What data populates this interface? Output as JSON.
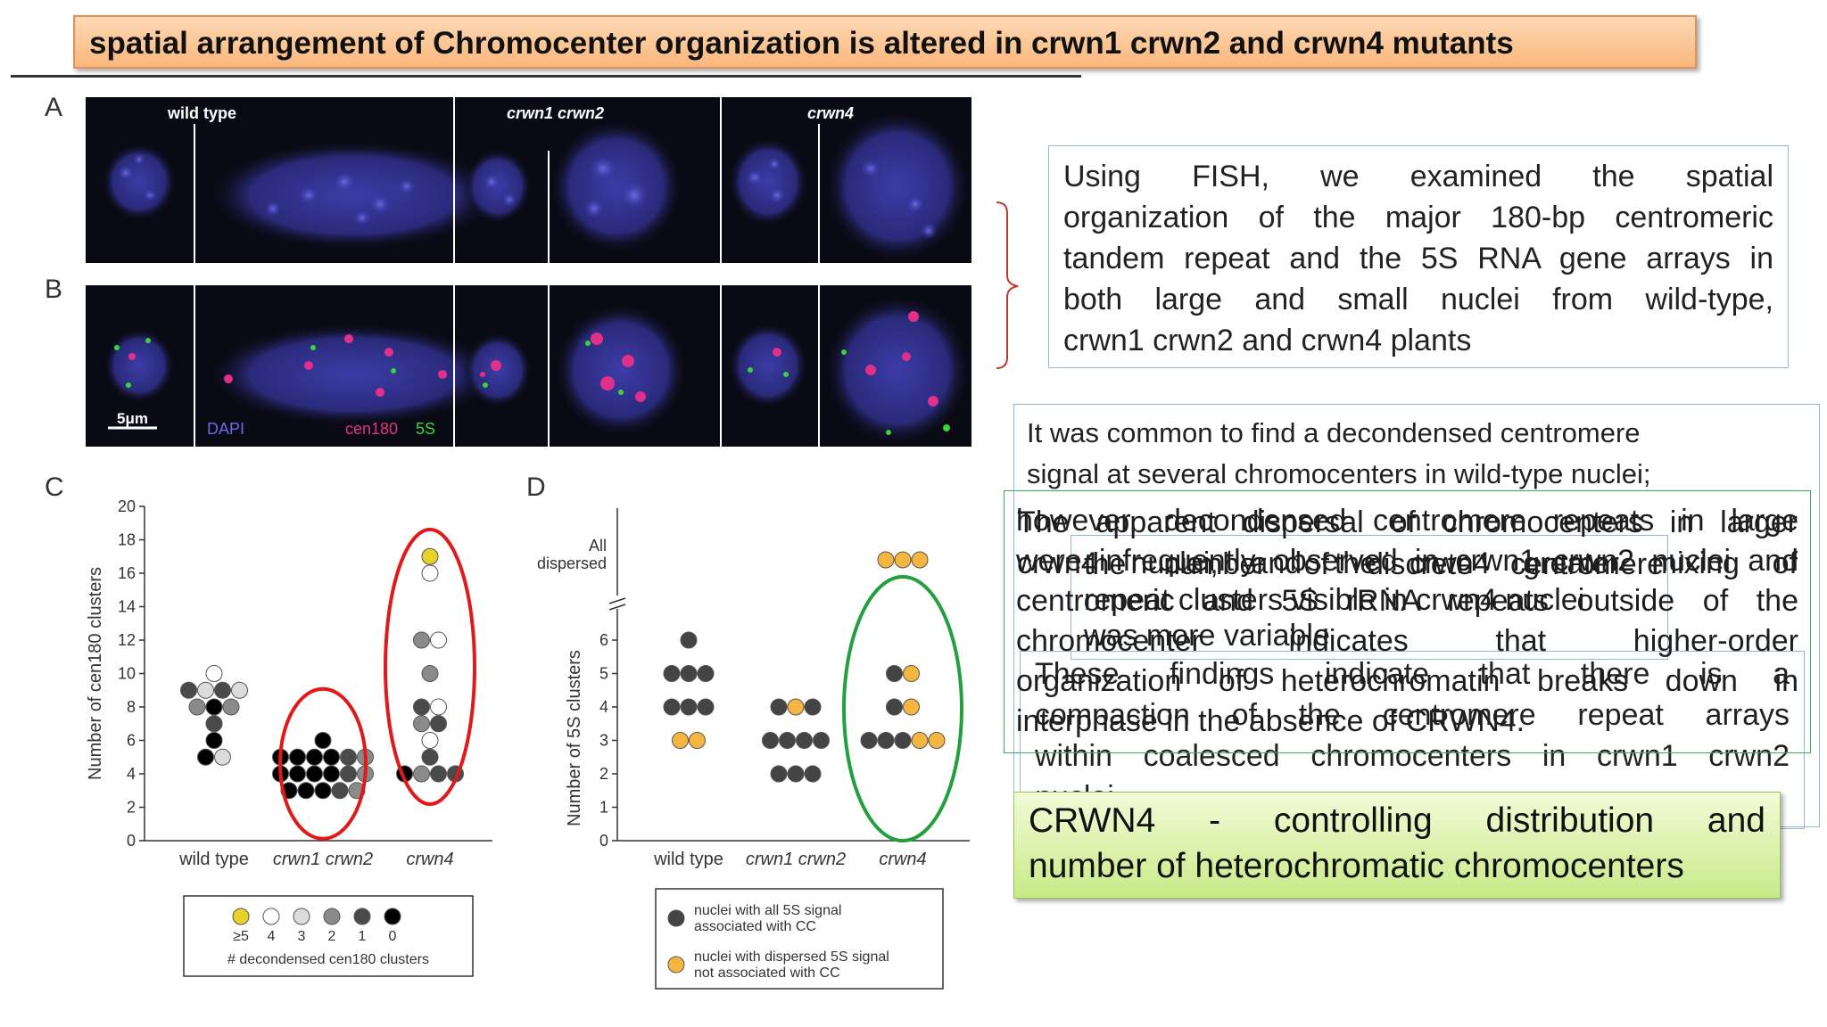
{
  "title": "spatial arrangement of Chromocenter organization is altered in crwn1 crwn2 and crwn4 mutants",
  "figure": {
    "panel_labels": {
      "a": "A",
      "b": "B",
      "c": "C",
      "d": "D"
    },
    "panel_a_labels": {
      "wt": "wild type",
      "crwn12": "crwn1 crwn2",
      "crwn4": "crwn4"
    },
    "panel_b_labels": {
      "scale": "5μm",
      "dapi": "DAPI",
      "cen180": "cen180",
      "fives": "5S"
    }
  },
  "text_boxes": {
    "fish_lines": [
      "Using FISH, we examined the spatial",
      "organization of the major 180-bp centromeric",
      "tandem repeat and the 5S RNA gene arrays in",
      "both large and small nuclei from wild-type,",
      "crwn1 crwn2 and crwn4 plants"
    ],
    "decondensed_lines": [
      "It was common to find a decondensed centromere",
      "signal at several chromocenters in wild-type nuclei;"
    ],
    "overlap_a_lines": [
      "however, decondensed centromere repeats in large",
      "were infrequently observed in crwn1 crwn2 nuclei and",
      "centromeric and 5S rRNA repeats outside of the",
      "chromocenter indicates that higher-order",
      "organization of heterochromatin breaks down in",
      "interphase in the absence of CRWN4."
    ],
    "overlap_b_lines": [
      "The apparent dispersal of chromocenters in larger",
      "crwn4 nuclei, and the crwn4 greater mixing of",
      "the number of discrete centromere",
      "repeat clusters visible in crwn4 nuclei",
      "was more variable"
    ],
    "findings_lines": [
      "These findings indicate that there is a",
      "compaction of the centromere repeat arrays",
      "within coalesced chromocenters in crwn1 crwn2",
      "nuclei"
    ],
    "conclusion_lines": [
      "CRWN4 - controlling distribution and",
      "number of heterochromatic chromocenters"
    ]
  },
  "chart_data": [
    {
      "panel": "C",
      "type": "scatter",
      "ylabel": "Number of cen180 clusters",
      "ylim": [
        0,
        20
      ],
      "yticks": [
        0,
        2,
        4,
        6,
        8,
        10,
        12,
        14,
        16,
        18,
        20
      ],
      "categories": [
        "wild type",
        "crwn1 crwn2",
        "crwn4"
      ],
      "legend_title": "# decondensed cen180 clusters",
      "legend": [
        {
          "label": "≥5",
          "color": "#e8d22a"
        },
        {
          "label": "4",
          "color": "#ffffff"
        },
        {
          "label": "3",
          "color": "#dcdcdc"
        },
        {
          "label": "2",
          "color": "#8a8a8a"
        },
        {
          "label": "1",
          "color": "#4a4a4a"
        },
        {
          "label": "0",
          "color": "#000000"
        }
      ],
      "points": [
        {
          "x": "wild type",
          "y": 10,
          "c": "#ffffff"
        },
        {
          "x": "wild type",
          "y": 9,
          "c": "#4a4a4a"
        },
        {
          "x": "wild type",
          "y": 9,
          "c": "#dcdcdc"
        },
        {
          "x": "wild type",
          "y": 9,
          "c": "#4a4a4a"
        },
        {
          "x": "wild type",
          "y": 9,
          "c": "#dcdcdc"
        },
        {
          "x": "wild type",
          "y": 8,
          "c": "#8a8a8a"
        },
        {
          "x": "wild type",
          "y": 8,
          "c": "#000000"
        },
        {
          "x": "wild type",
          "y": 8,
          "c": "#8a8a8a"
        },
        {
          "x": "wild type",
          "y": 7,
          "c": "#4a4a4a"
        },
        {
          "x": "wild type",
          "y": 6,
          "c": "#000000"
        },
        {
          "x": "wild type",
          "y": 5,
          "c": "#000000"
        },
        {
          "x": "wild type",
          "y": 5,
          "c": "#dcdcdc"
        },
        {
          "x": "crwn1 crwn2",
          "y": 6,
          "c": "#000000"
        },
        {
          "x": "crwn1 crwn2",
          "y": 5,
          "c": "#000000"
        },
        {
          "x": "crwn1 crwn2",
          "y": 5,
          "c": "#000000"
        },
        {
          "x": "crwn1 crwn2",
          "y": 5,
          "c": "#000000"
        },
        {
          "x": "crwn1 crwn2",
          "y": 5,
          "c": "#000000"
        },
        {
          "x": "crwn1 crwn2",
          "y": 5,
          "c": "#4a4a4a"
        },
        {
          "x": "crwn1 crwn2",
          "y": 5,
          "c": "#8a8a8a"
        },
        {
          "x": "crwn1 crwn2",
          "y": 4,
          "c": "#000000"
        },
        {
          "x": "crwn1 crwn2",
          "y": 4,
          "c": "#000000"
        },
        {
          "x": "crwn1 crwn2",
          "y": 4,
          "c": "#000000"
        },
        {
          "x": "crwn1 crwn2",
          "y": 4,
          "c": "#000000"
        },
        {
          "x": "crwn1 crwn2",
          "y": 4,
          "c": "#4a4a4a"
        },
        {
          "x": "crwn1 crwn2",
          "y": 4,
          "c": "#8a8a8a"
        },
        {
          "x": "crwn1 crwn2",
          "y": 3,
          "c": "#000000"
        },
        {
          "x": "crwn1 crwn2",
          "y": 3,
          "c": "#000000"
        },
        {
          "x": "crwn1 crwn2",
          "y": 3,
          "c": "#000000"
        },
        {
          "x": "crwn1 crwn2",
          "y": 3,
          "c": "#4a4a4a"
        },
        {
          "x": "crwn1 crwn2",
          "y": 3,
          "c": "#8a8a8a"
        },
        {
          "x": "crwn4",
          "y": 17,
          "c": "#e8d22a"
        },
        {
          "x": "crwn4",
          "y": 16,
          "c": "#ffffff"
        },
        {
          "x": "crwn4",
          "y": 12,
          "c": "#8a8a8a"
        },
        {
          "x": "crwn4",
          "y": 12,
          "c": "#ffffff"
        },
        {
          "x": "crwn4",
          "y": 10,
          "c": "#8a8a8a"
        },
        {
          "x": "crwn4",
          "y": 8,
          "c": "#4a4a4a"
        },
        {
          "x": "crwn4",
          "y": 8,
          "c": "#ffffff"
        },
        {
          "x": "crwn4",
          "y": 7,
          "c": "#8a8a8a"
        },
        {
          "x": "crwn4",
          "y": 7,
          "c": "#4a4a4a"
        },
        {
          "x": "crwn4",
          "y": 6,
          "c": "#ffffff"
        },
        {
          "x": "crwn4",
          "y": 5,
          "c": "#4a4a4a"
        },
        {
          "x": "crwn4",
          "y": 4,
          "c": "#000000"
        },
        {
          "x": "crwn4",
          "y": 4,
          "c": "#8a8a8a"
        },
        {
          "x": "crwn4",
          "y": 4,
          "c": "#4a4a4a"
        },
        {
          "x": "crwn4",
          "y": 4,
          "c": "#4a4a4a"
        }
      ]
    },
    {
      "panel": "D",
      "type": "scatter",
      "ylabel": "Number of 5S clusters",
      "ylim": [
        0,
        6
      ],
      "yticks": [
        0,
        1,
        2,
        3,
        4,
        5,
        6
      ],
      "top_label": "All\ndispersed",
      "categories": [
        "wild type",
        "crwn1 crwn2",
        "crwn4"
      ],
      "legend": [
        {
          "label": "nuclei with all 5S signal\nassociated with CC",
          "color": "#444444"
        },
        {
          "label": "nuclei with dispersed 5S signal\nnot associated with CC",
          "color": "#f5b541"
        }
      ],
      "points": [
        {
          "x": "wild type",
          "y": 6,
          "c": "#444444"
        },
        {
          "x": "wild type",
          "y": 5,
          "c": "#444444"
        },
        {
          "x": "wild type",
          "y": 5,
          "c": "#444444"
        },
        {
          "x": "wild type",
          "y": 5,
          "c": "#444444"
        },
        {
          "x": "wild type",
          "y": 4,
          "c": "#444444"
        },
        {
          "x": "wild type",
          "y": 4,
          "c": "#444444"
        },
        {
          "x": "wild type",
          "y": 4,
          "c": "#444444"
        },
        {
          "x": "wild type",
          "y": 3,
          "c": "#f5b541"
        },
        {
          "x": "wild type",
          "y": 3,
          "c": "#f5b541"
        },
        {
          "x": "crwn1 crwn2",
          "y": 4,
          "c": "#444444"
        },
        {
          "x": "crwn1 crwn2",
          "y": 4,
          "c": "#f5b541"
        },
        {
          "x": "crwn1 crwn2",
          "y": 4,
          "c": "#444444"
        },
        {
          "x": "crwn1 crwn2",
          "y": 3,
          "c": "#444444"
        },
        {
          "x": "crwn1 crwn2",
          "y": 3,
          "c": "#444444"
        },
        {
          "x": "crwn1 crwn2",
          "y": 3,
          "c": "#444444"
        },
        {
          "x": "crwn1 crwn2",
          "y": 3,
          "c": "#444444"
        },
        {
          "x": "crwn1 crwn2",
          "y": 2,
          "c": "#444444"
        },
        {
          "x": "crwn1 crwn2",
          "y": 2,
          "c": "#444444"
        },
        {
          "x": "crwn1 crwn2",
          "y": 2,
          "c": "#444444"
        },
        {
          "x": "crwn4",
          "y": "All dispersed",
          "c": "#f5b541"
        },
        {
          "x": "crwn4",
          "y": "All dispersed",
          "c": "#f5b541"
        },
        {
          "x": "crwn4",
          "y": "All dispersed",
          "c": "#f5b541"
        },
        {
          "x": "crwn4",
          "y": 5,
          "c": "#444444"
        },
        {
          "x": "crwn4",
          "y": 5,
          "c": "#f5b541"
        },
        {
          "x": "crwn4",
          "y": 4,
          "c": "#444444"
        },
        {
          "x": "crwn4",
          "y": 4,
          "c": "#f5b541"
        },
        {
          "x": "crwn4",
          "y": 3,
          "c": "#444444"
        },
        {
          "x": "crwn4",
          "y": 3,
          "c": "#444444"
        },
        {
          "x": "crwn4",
          "y": 3,
          "c": "#444444"
        },
        {
          "x": "crwn4",
          "y": 3,
          "c": "#f5b541"
        },
        {
          "x": "crwn4",
          "y": 3,
          "c": "#f5b541"
        }
      ]
    }
  ]
}
